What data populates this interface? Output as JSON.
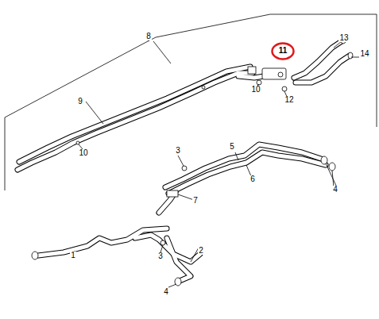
{
  "diagram": {
    "nodes": [
      {
        "text": [
          "11"
        ]
      }
    ],
    "labels": [
      "8",
      "13",
      "14",
      "10",
      "12",
      "9",
      "10",
      "3",
      "5",
      "6",
      "4",
      "7",
      "3",
      "2",
      "1",
      "4"
    ]
  }
}
